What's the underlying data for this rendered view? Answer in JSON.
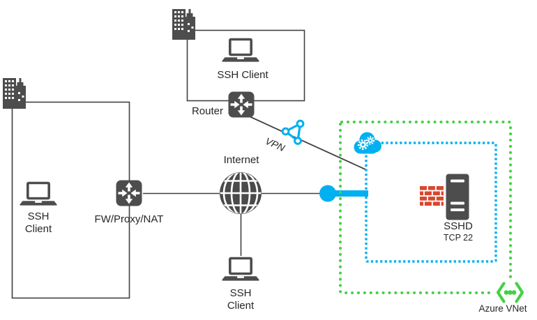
{
  "title": "SSH access to Azure VNet network diagram",
  "colors": {
    "icon_gray": "#4d4d4d",
    "line_gray": "#404040",
    "accent_cyan": "#00b0f0",
    "accent_green": "#44d144",
    "brick_red": "#d8472f",
    "text": "#262626"
  },
  "nodes": {
    "top_client": {
      "label": "SSH Client",
      "icon": "laptop-icon"
    },
    "router": {
      "label": "Router",
      "icon": "router-icon"
    },
    "left_client": {
      "label_line1": "SSH",
      "label_line2": "Client",
      "icon": "laptop-icon"
    },
    "fw": {
      "label": "FW/Proxy/NAT",
      "icon": "router-icon"
    },
    "internet": {
      "label": "Internet",
      "icon": "globe-icon"
    },
    "bottom_client": {
      "label_line1": "SSH",
      "label_line2": "Client",
      "icon": "laptop-icon"
    },
    "vpn": {
      "label": "VPN",
      "icon": "vpn-triangle-icon"
    },
    "gateway": {
      "icon": "cloud-gears-icon"
    },
    "firewall": {
      "icon": "brick-wall-icon"
    },
    "server": {
      "label": "SSHD",
      "sublabel": "TCP 22",
      "icon": "server-icon"
    },
    "vnet": {
      "label": "Azure VNet",
      "icon": "vnet-brackets-icon"
    }
  }
}
